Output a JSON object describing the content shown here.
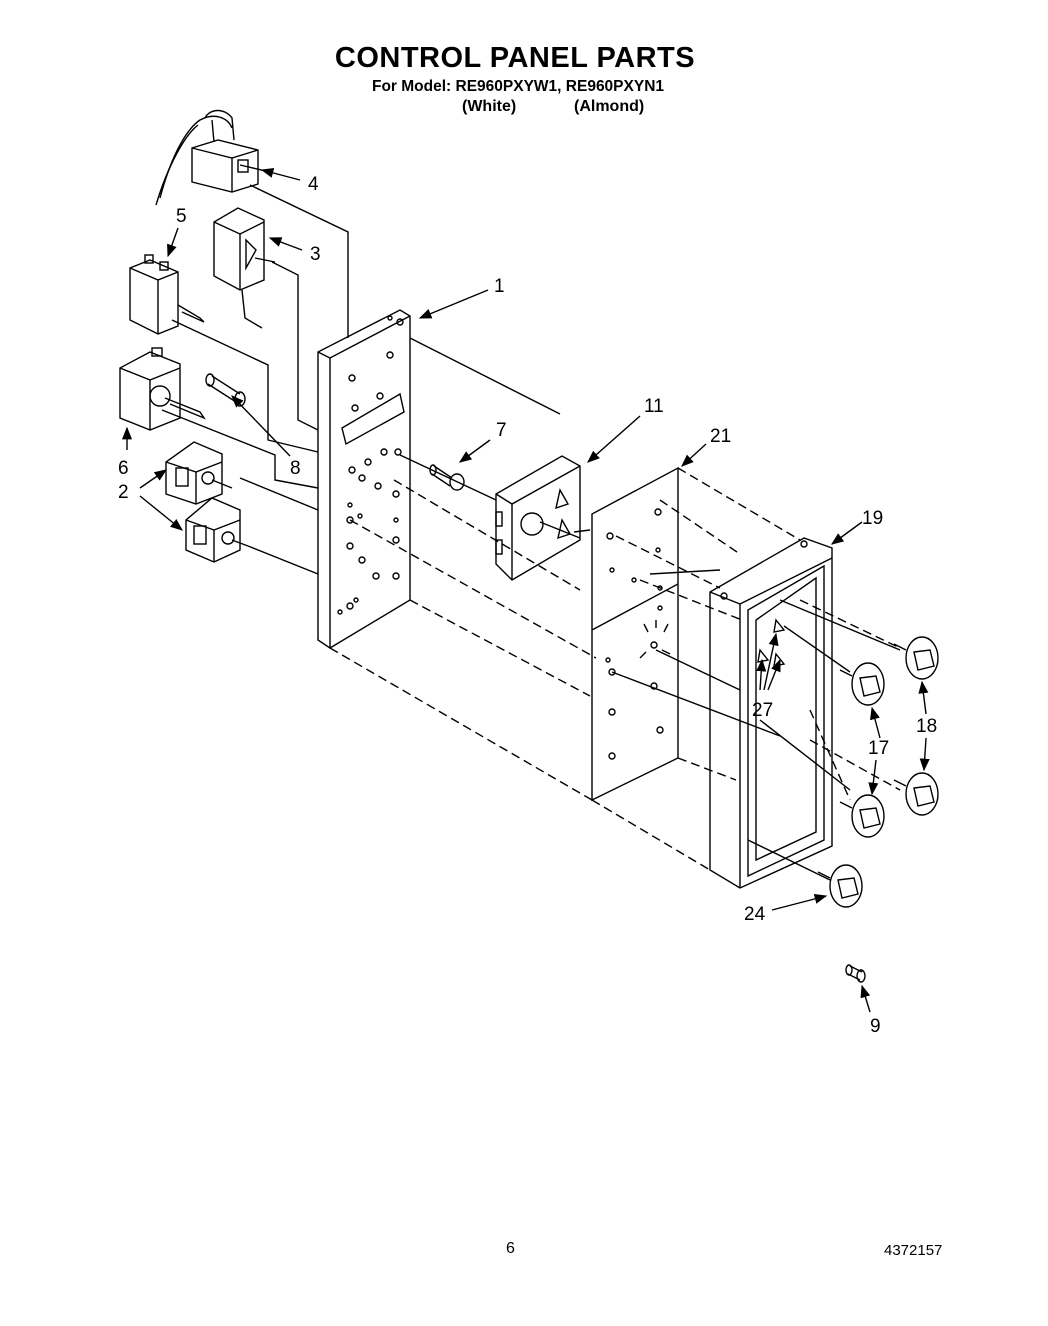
{
  "header": {
    "title": "CONTROL PANEL PARTS",
    "model_line": "For Model: RE960PXYW1, RE960PXYN1",
    "variants": [
      "(White)",
      "(Almond)"
    ]
  },
  "callouts": {
    "c1": "1",
    "c2": "2",
    "c3": "3",
    "c4": "4",
    "c5": "5",
    "c6": "6",
    "c7": "7",
    "c8": "8",
    "c9": "9",
    "c11": "11",
    "c17": "17",
    "c18": "18",
    "c19": "19",
    "c21": "21",
    "c24": "24",
    "c27": "27"
  },
  "footer": {
    "page_number": "6",
    "doc_number": "4372157"
  }
}
